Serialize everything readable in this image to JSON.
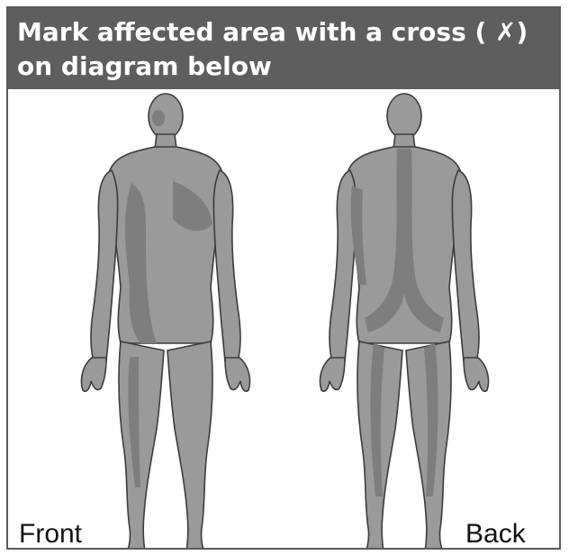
{
  "header": {
    "line1_prefix": "Mark affected area with a cross (",
    "cross_symbol": "✗",
    "line1_suffix": ")",
    "line2": "on diagram below",
    "background_color": "#5e5e5e",
    "text_color": "#ffffff"
  },
  "diagram": {
    "front_label": "Front",
    "back_label": "Back",
    "body_fill": "#9a9a9a",
    "body_shadow": "#7e7e7e",
    "body_outline": "#3c3c3c"
  }
}
